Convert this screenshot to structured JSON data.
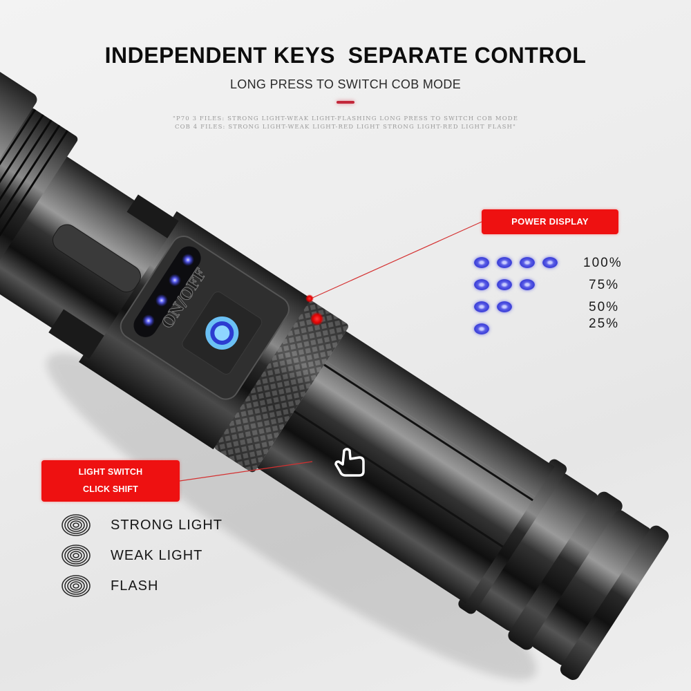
{
  "header": {
    "title": "INDEPENDENT KEYS  SEPARATE CONTROL",
    "subtitle": "LONG PRESS TO SWITCH COB MODE",
    "accent_color": "#c2273a",
    "fine_print": [
      "\"P70 3 FILES: STRONG LIGHT-WEAK LIGHT-FLASHING LONG PRESS TO SWITCH COB MODE",
      "COB 4 FILES: STRONG LIGHT-WEAK LIGHT-RED LIGHT STRONG LIGHT-RED LIGHT FLASH\""
    ]
  },
  "product": {
    "button_label": "ON/OFF",
    "indicator_led_count": 4,
    "led_color": "#4a4ee6",
    "button_ring_color": "#6fc8ff",
    "pointer_icon": "hand-pointer-icon"
  },
  "power_display": {
    "label": "POWER DISPLAY",
    "label_bg": "#ee1111",
    "levels": [
      {
        "dots": 4,
        "percent": "100%"
      },
      {
        "dots": 3,
        "percent": "75%"
      },
      {
        "dots": 2,
        "percent": "50%"
      },
      {
        "dots": 1,
        "percent": "25%"
      }
    ]
  },
  "light_switch": {
    "label_line1": "LIGHT SWITCH",
    "label_line2": "CLICK SHIFT",
    "label_bg": "#ee1111",
    "modes": [
      {
        "icon": "fingerprint-icon",
        "label": "STRONG LIGHT"
      },
      {
        "icon": "fingerprint-icon",
        "label": "WEAK LIGHT"
      },
      {
        "icon": "fingerprint-icon",
        "label": "FLASH"
      }
    ]
  }
}
